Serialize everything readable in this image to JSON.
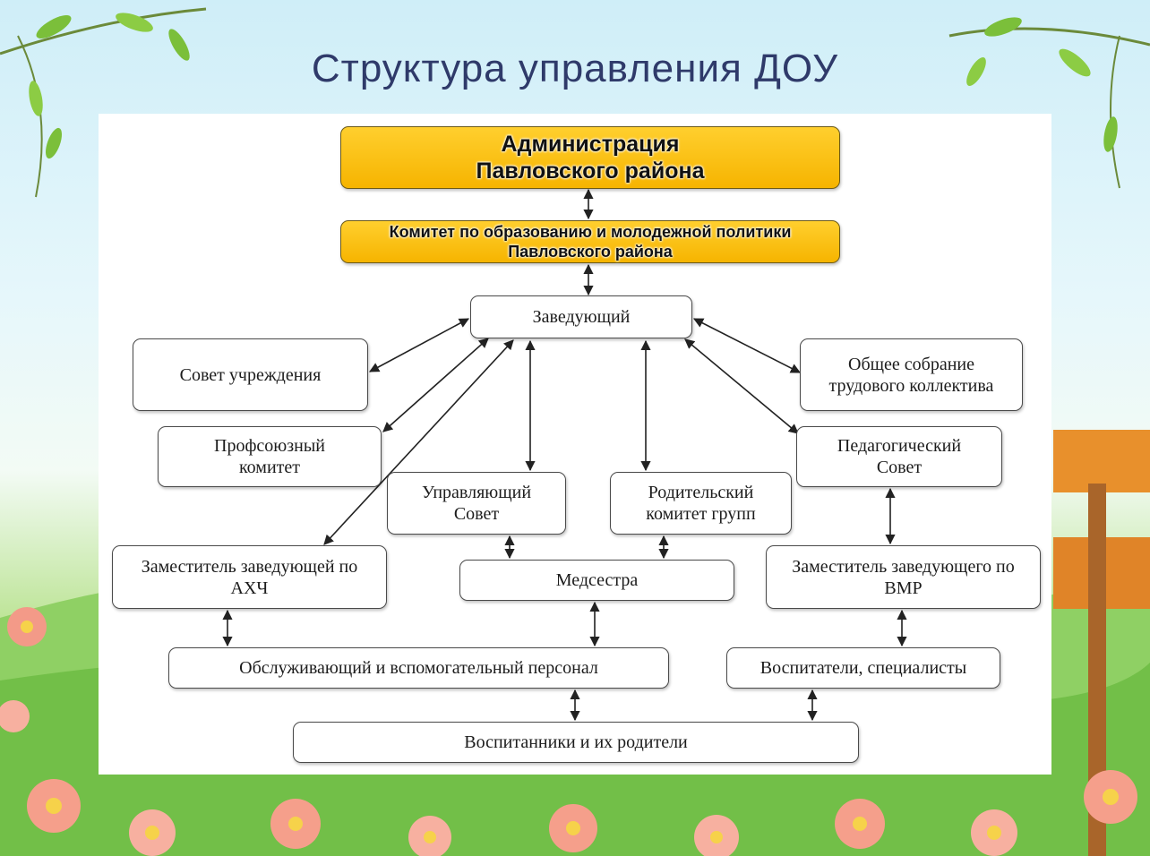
{
  "title": "Структура управления ДОУ",
  "nodes": {
    "administration": "Администрация Павловского района",
    "committee": "Комитет по образованию и молодежной политики Павловского района",
    "head": "Заведующий",
    "institution_council": "Совет учреждения",
    "general_meeting": "Общее собрание трудового коллектива",
    "trade_union": "Профсоюзный комитет",
    "pedagogical_council": "Педагогический Совет",
    "governing_council": "Управляющий Совет",
    "parent_committee": "Родительский комитет групп",
    "deputy_ahch": "Заместитель заведующей по АХЧ",
    "nurse": "Медсестра",
    "deputy_vmr": "Заместитель заведующего по ВМР",
    "service_staff": "Обслуживающий и вспомогательный персонал",
    "educators": "Воспитатели, специалисты",
    "pupils_parents": "Воспитанники и их родители"
  },
  "colors": {
    "title": "#2f3a6a",
    "gold_box": "#f6b400",
    "box_border": "#4a4a4a"
  }
}
